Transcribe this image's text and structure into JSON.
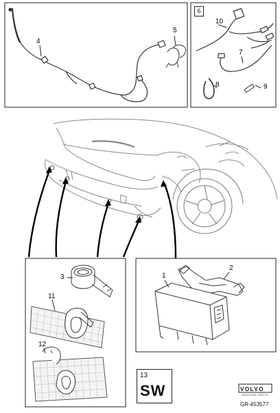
{
  "callouts": {
    "c1": "1",
    "c2": "2",
    "c3": "3",
    "c4": "4",
    "c5": "5",
    "c6": "6",
    "c7": "7",
    "c8": "8",
    "c9": "9",
    "c10": "10",
    "c11": "11",
    "c12": "12",
    "c13": "13"
  },
  "code_box": {
    "code": "SW"
  },
  "brand": {
    "name": "VOLVO",
    "sub": "GENUINE PARTS"
  },
  "reference": "GR-453577"
}
